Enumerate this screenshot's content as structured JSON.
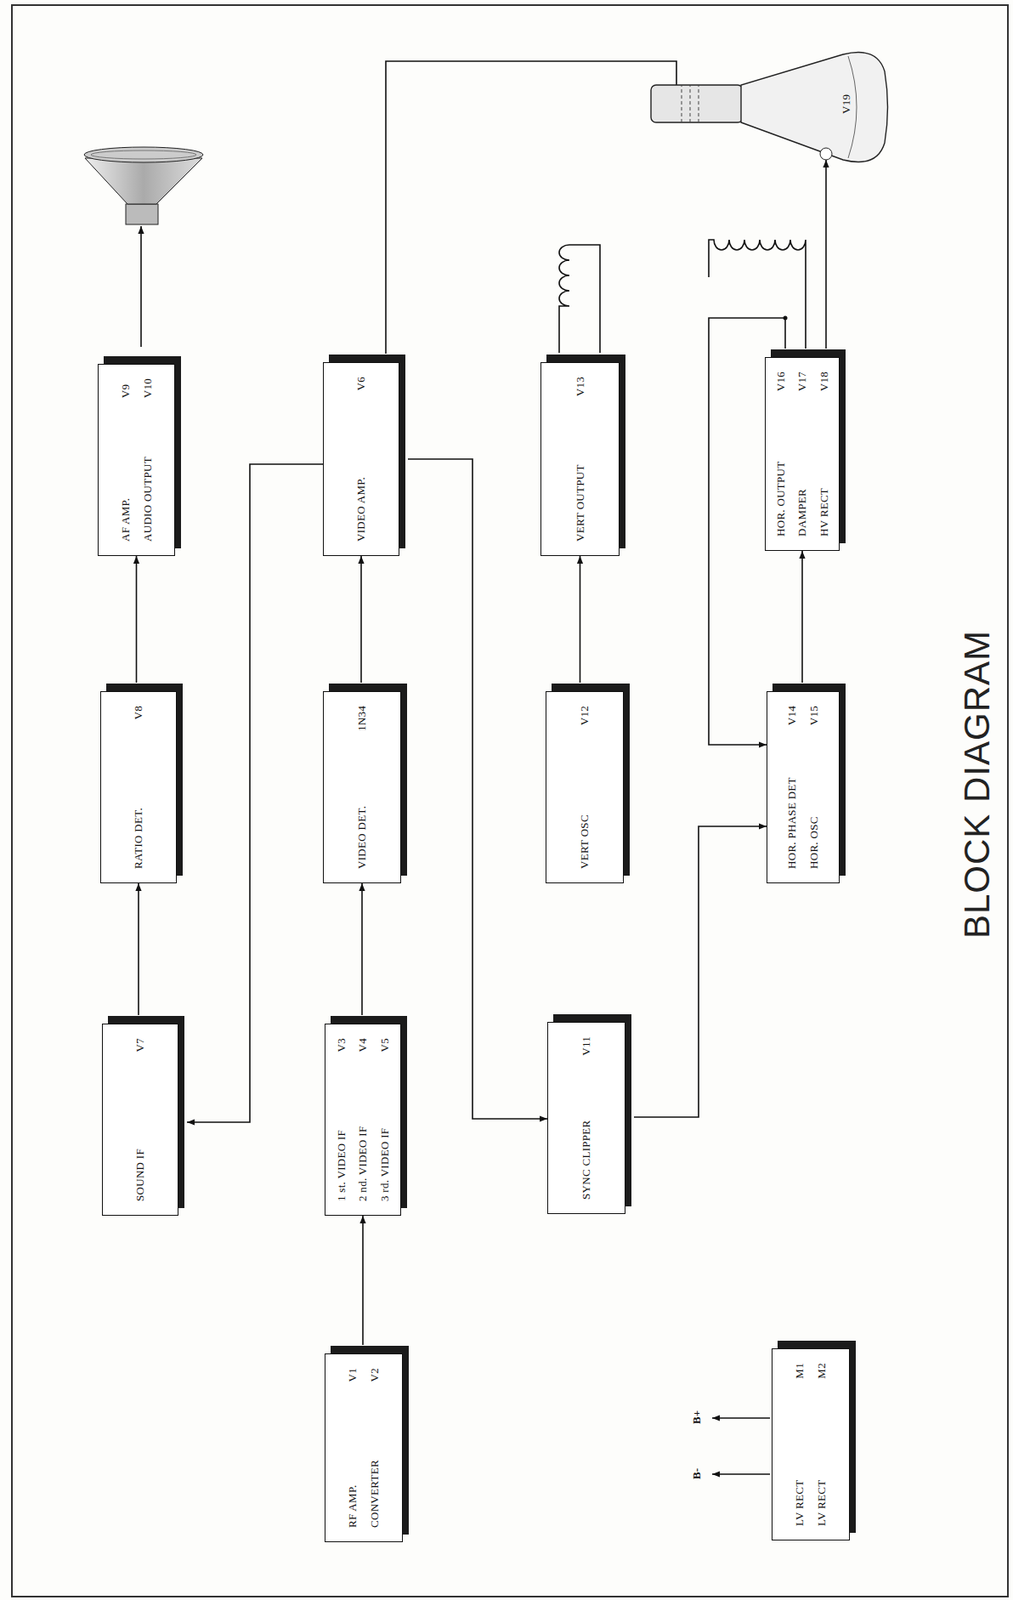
{
  "diagram": {
    "title": "BLOCK DIAGRAM",
    "nodes": [
      {
        "text": [
          "RF AMP.",
          "V1",
          "CONVERTER",
          "V2"
        ]
      },
      {
        "text": [
          "SOUND IF",
          "V7"
        ]
      },
      {
        "text": [
          "1 st. VIDEO IF",
          "V3",
          "2 nd. VIDEO IF",
          "V4",
          "3 rd. VIDEO IF",
          "V5"
        ]
      },
      {
        "text": [
          "SYNC CLIPPER",
          "V11"
        ]
      },
      {
        "text": [
          "RATIO DET.",
          "V8"
        ]
      },
      {
        "text": [
          "VIDEO DET.",
          "1N34"
        ]
      },
      {
        "text": [
          "VERT OSC",
          "V12"
        ]
      },
      {
        "text": [
          "HOR. PHASE DET",
          "V14",
          "HOR. OSC",
          "V15"
        ]
      },
      {
        "text": [
          "AF AMP.",
          "V9",
          "AUDIO OUTPUT",
          "V10"
        ]
      },
      {
        "text": [
          "VIDEO AMP.",
          "V6"
        ]
      },
      {
        "text": [
          "VERT OUTPUT",
          "V13"
        ]
      },
      {
        "text": [
          "HOR. OUTPUT",
          "V16",
          "DAMPER",
          "V17",
          "HV RECT",
          "V18"
        ]
      },
      {
        "text": [
          "LV RECT",
          "M1",
          "LV RECT",
          "M2"
        ]
      },
      {
        "text": [
          "V19"
        ]
      }
    ],
    "edges": [
      {
        "from": 0,
        "to": 2,
        "arrow": "to"
      },
      {
        "from": 2,
        "to": 5,
        "arrow": "to"
      },
      {
        "from": 5,
        "to": 9,
        "arrow": "to"
      },
      {
        "from": 9,
        "to": 1,
        "arrow": "to"
      },
      {
        "from": 9,
        "to": 3,
        "arrow": "to"
      },
      {
        "from": 1,
        "to": 4,
        "arrow": "to"
      },
      {
        "from": 4,
        "to": 8,
        "arrow": "to"
      },
      {
        "from": 3,
        "to": 7,
        "arrow": "to"
      },
      {
        "from": 6,
        "to": 10,
        "arrow": "to"
      },
      {
        "from": 7,
        "to": 11,
        "arrow": "to"
      },
      {
        "from": 11,
        "to": 7,
        "arrow": "to"
      },
      {
        "from": 11,
        "to": 13,
        "arrow": "to"
      },
      {
        "from": 9,
        "to": 13,
        "arrow": "none"
      }
    ],
    "labels": [
      "B-",
      "B+"
    ]
  }
}
